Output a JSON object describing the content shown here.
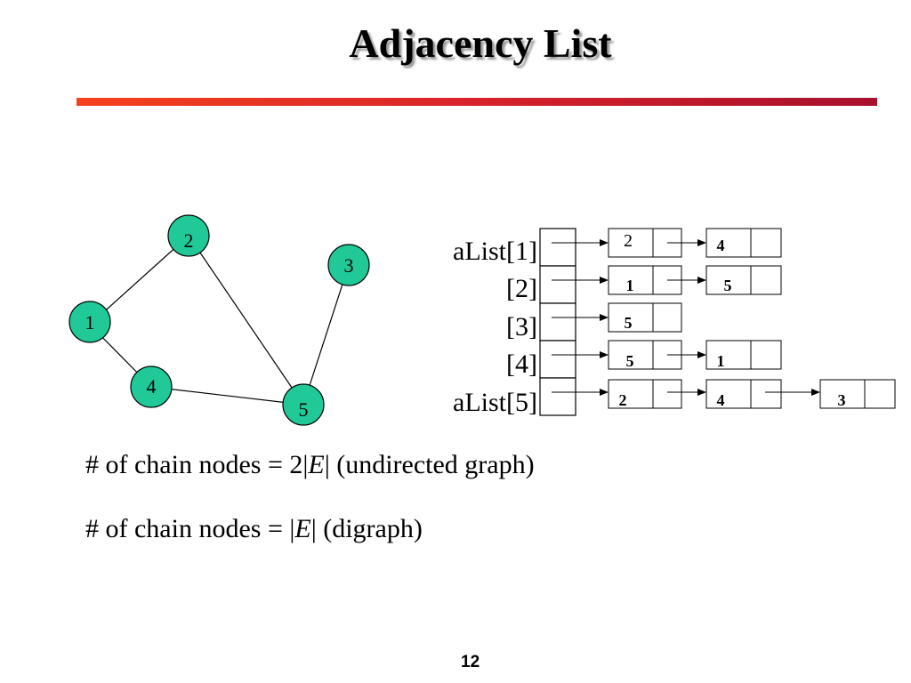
{
  "slide": {
    "title": "Adjacency List",
    "page_number": "12"
  },
  "graph": {
    "vertices": [
      {
        "id": "1",
        "label": "1"
      },
      {
        "id": "2",
        "label": "2"
      },
      {
        "id": "3",
        "label": "3"
      },
      {
        "id": "4",
        "label": "4"
      },
      {
        "id": "5",
        "label": "5"
      }
    ],
    "edges": [
      [
        "1",
        "2"
      ],
      [
        "1",
        "4"
      ],
      [
        "2",
        "5"
      ],
      [
        "3",
        "5"
      ],
      [
        "4",
        "5"
      ]
    ],
    "vertex_color": "#20c997"
  },
  "adjacency_list": {
    "rows": [
      {
        "label": "aList[1]",
        "chain": [
          "2",
          "4"
        ]
      },
      {
        "label": "[2]",
        "chain": [
          "1",
          "5"
        ]
      },
      {
        "label": "[3]",
        "chain": [
          "5"
        ]
      },
      {
        "label": "[4]",
        "chain": [
          "5",
          "1"
        ]
      },
      {
        "label": "aList[5]",
        "chain": [
          "2",
          "4",
          "3"
        ]
      }
    ]
  },
  "statements": {
    "undirected": {
      "prefix": "# of chain nodes = 2|",
      "var": "E",
      "suffix": "| (undirected graph)"
    },
    "digraph": {
      "prefix": "# of chain nodes = |",
      "var": "E",
      "suffix": "| (digraph)"
    }
  }
}
